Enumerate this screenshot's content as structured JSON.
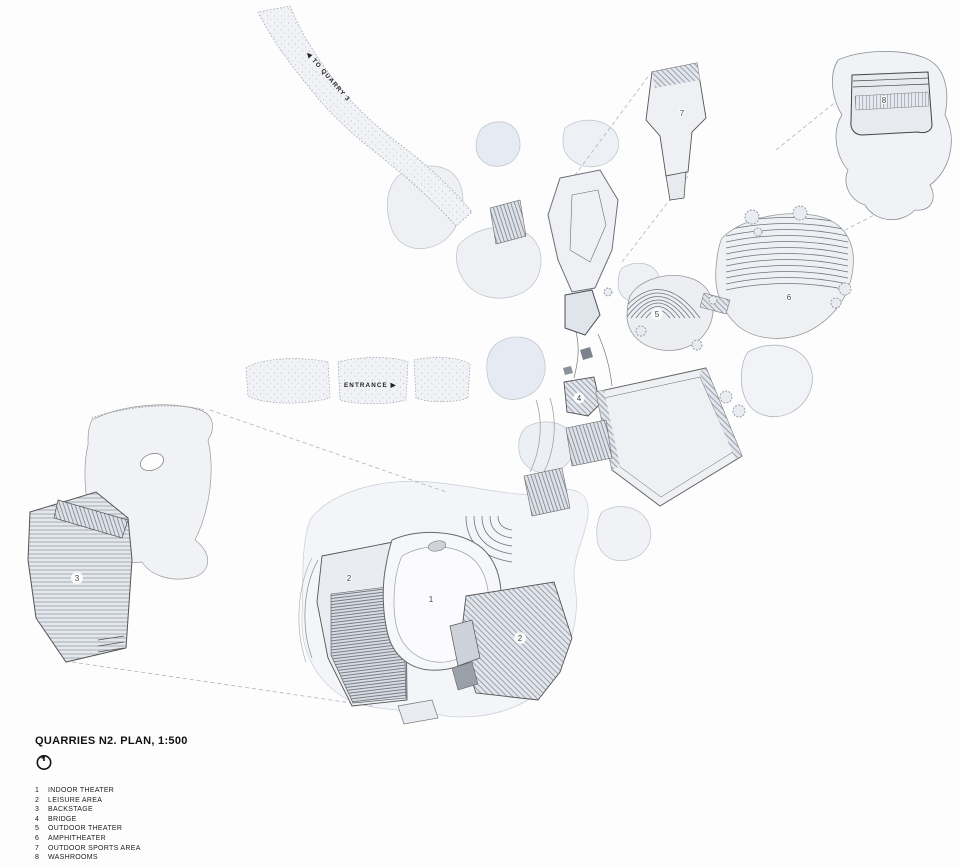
{
  "title": "QUARRIES N2. PLAN, 1:500",
  "plan_labels": {
    "to_quarry": "◀ TO QUARRY 3",
    "entrance": "ENTRANCE ▶"
  },
  "markers": [
    {
      "num": "1"
    },
    {
      "num": "2"
    },
    {
      "num": "2"
    },
    {
      "num": "3"
    },
    {
      "num": "4"
    },
    {
      "num": "5"
    },
    {
      "num": "6"
    },
    {
      "num": "7"
    },
    {
      "num": "8"
    }
  ],
  "legend": {
    "items": [
      {
        "num": "1",
        "label": "INDOOR THEATER"
      },
      {
        "num": "2",
        "label": "LEISURE AREA"
      },
      {
        "num": "3",
        "label": "BACKSTAGE"
      },
      {
        "num": "4",
        "label": "BRIDGE"
      },
      {
        "num": "5",
        "label": "OUTDOOR THEATER"
      },
      {
        "num": "6",
        "label": "AMPHITHEATER"
      },
      {
        "num": "7",
        "label": "OUTDOOR SPORTS AREA"
      },
      {
        "num": "8",
        "label": "WASHROOMS"
      }
    ]
  },
  "colors": {
    "background": "#fdfdfd",
    "fill_light": "#eef0f4",
    "fill_mid": "#e3e7ee",
    "outline": "#555555",
    "hatch": "#878d96",
    "text": "#1a1a1a"
  }
}
